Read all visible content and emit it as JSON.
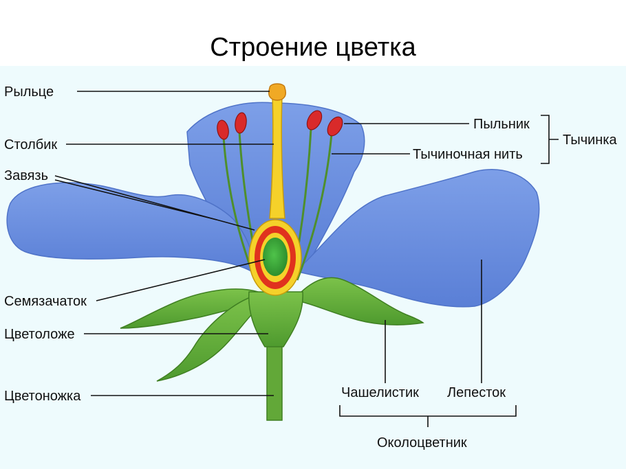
{
  "title": "Строение цветка",
  "labels": {
    "stigma": "Рыльце",
    "style": "Столбик",
    "ovary": "Завязь",
    "ovule": "Семязачаток",
    "receptacle": "Цветоложе",
    "peduncle": "Цветоножка",
    "anther": "Пыльник",
    "filament": "Тычиночная нить",
    "stamen": "Тычинка",
    "sepal": "Чашелистик",
    "petal": "Лепесток",
    "perianth": "Околоцветник"
  },
  "colors": {
    "petal": "#6f93e2",
    "petal_dark": "#4f73c8",
    "leaf": "#68b03a",
    "leaf_dark": "#3f7f22",
    "pistil": "#f5d12a",
    "ovary_wall": "#e0321e",
    "ovule": "#3aa83a",
    "anther": "#d92a2a",
    "background": "#eefbfd"
  }
}
